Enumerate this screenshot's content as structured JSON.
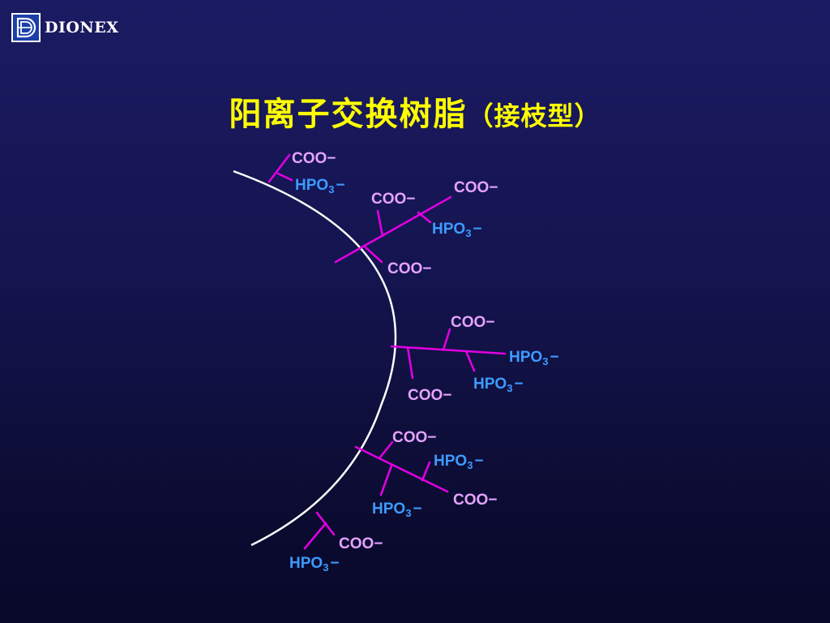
{
  "header": {
    "logo_text": "DIONEX",
    "logo_icon": "dionex-d-logo-icon"
  },
  "title": {
    "main": "阳离子交换树脂",
    "sub": "（接枝型）"
  },
  "colors": {
    "title": "#ffff00",
    "bead": "#ffffff",
    "chain": "#e000e0",
    "coo": "#e6a3ff",
    "hpo": "#3d9bff"
  },
  "labels": {
    "coo": "COO",
    "hpo": "HPO",
    "hpo_sub": "3",
    "charge": "−"
  },
  "groups": [
    {
      "name": "graft-group-1",
      "labels": [
        "COO",
        "HPO3"
      ]
    },
    {
      "name": "graft-group-2",
      "labels": [
        "COO",
        "COO",
        "HPO3",
        "COO"
      ]
    },
    {
      "name": "graft-group-3",
      "labels": [
        "COO",
        "HPO3",
        "HPO3",
        "COO"
      ]
    },
    {
      "name": "graft-group-4",
      "labels": [
        "COO",
        "HPO3",
        "COO",
        "HPO3"
      ]
    },
    {
      "name": "graft-group-5",
      "labels": [
        "COO",
        "HPO3"
      ]
    }
  ]
}
